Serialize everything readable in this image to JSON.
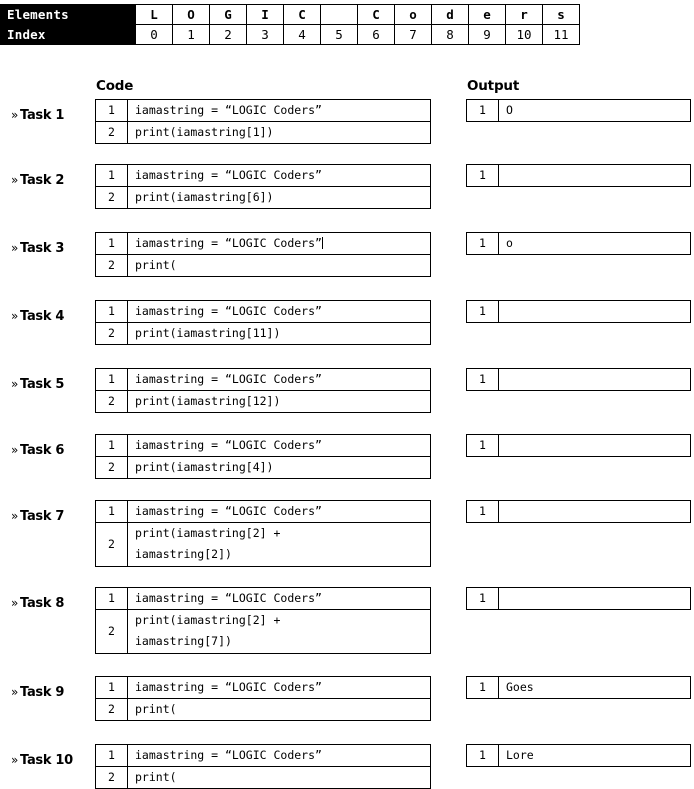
{
  "index_table": {
    "row_labels": [
      "Elements",
      "Index"
    ],
    "elements": [
      "L",
      "O",
      "G",
      "I",
      "C",
      "",
      "C",
      "o",
      "d",
      "e",
      "r",
      "s"
    ],
    "indices": [
      "0",
      "1",
      "2",
      "3",
      "4",
      "5",
      "6",
      "7",
      "8",
      "9",
      "10",
      "11"
    ]
  },
  "headings": {
    "code": "Code",
    "output": "Output"
  },
  "chevron": "»",
  "string_literal": "iamastring = “LOGIC Coders”",
  "tasks": [
    {
      "label": "Task 1",
      "code": [
        {
          "n": "1",
          "text": "iamastring = “LOGIC Coders”"
        },
        {
          "n": "2",
          "text": "print(iamastring[1])"
        }
      ],
      "output": {
        "n": "1",
        "text": "O"
      }
    },
    {
      "label": "Task 2",
      "code": [
        {
          "n": "1",
          "text": "iamastring = “LOGIC Coders”"
        },
        {
          "n": "2",
          "text": "print(iamastring[6])"
        }
      ],
      "output": {
        "n": "1",
        "text": ""
      }
    },
    {
      "label": "Task 3",
      "code": [
        {
          "n": "1",
          "text": "iamastring = “LOGIC Coders”",
          "caret": true
        },
        {
          "n": "2",
          "text": "print("
        }
      ],
      "output": {
        "n": "1",
        "text": "o"
      }
    },
    {
      "label": "Task 4",
      "code": [
        {
          "n": "1",
          "text": "iamastring = “LOGIC Coders”"
        },
        {
          "n": "2",
          "text": "print(iamastring[11])"
        }
      ],
      "output": {
        "n": "1",
        "text": ""
      }
    },
    {
      "label": "Task 5",
      "code": [
        {
          "n": "1",
          "text": "iamastring = “LOGIC Coders”"
        },
        {
          "n": "2",
          "text": "print(iamastring[12])"
        }
      ],
      "output": {
        "n": "1",
        "text": ""
      }
    },
    {
      "label": "Task 6",
      "code": [
        {
          "n": "1",
          "text": "iamastring = “LOGIC Coders”"
        },
        {
          "n": "2",
          "text": "print(iamastring[4])"
        }
      ],
      "output": {
        "n": "1",
        "text": ""
      }
    },
    {
      "label": "Task 7",
      "code": [
        {
          "n": "1",
          "text": "iamastring = “LOGIC Coders”"
        },
        {
          "n": "2",
          "text": "print(iamastring[2] +\niamastring[2])",
          "two_line": true
        }
      ],
      "output": {
        "n": "1",
        "text": ""
      }
    },
    {
      "label": "Task 8",
      "code": [
        {
          "n": "1",
          "text": "iamastring = “LOGIC Coders”"
        },
        {
          "n": "2",
          "text": "print(iamastring[2] +\niamastring[7])",
          "two_line": true
        }
      ],
      "output": {
        "n": "1",
        "text": ""
      }
    },
    {
      "label": "Task 9",
      "code": [
        {
          "n": "1",
          "text": "iamastring = “LOGIC Coders”"
        },
        {
          "n": "2",
          "text": "print("
        }
      ],
      "output": {
        "n": "1",
        "text": "Goes"
      }
    },
    {
      "label": "Task 10",
      "code": [
        {
          "n": "1",
          "text": "iamastring = “LOGIC Coders”"
        },
        {
          "n": "2",
          "text": "print("
        }
      ],
      "output": {
        "n": "1",
        "text": "Lore"
      }
    }
  ],
  "layout": {
    "task_tops": [
      99,
      164,
      232,
      300,
      368,
      434,
      500,
      587,
      676,
      744
    ]
  }
}
